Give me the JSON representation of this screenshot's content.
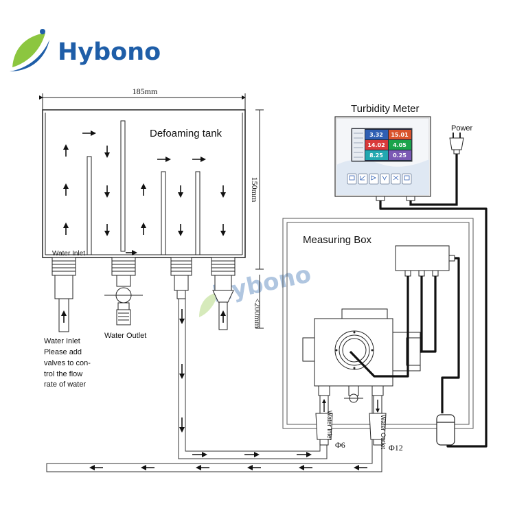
{
  "brand": {
    "name": "Hybono",
    "watermark": "Hybono",
    "primary_color": "#1f5ea8",
    "leaf_color": "#8cc63f"
  },
  "dimensions": {
    "width": "185mm",
    "tank_height": "150mm",
    "total_height": "<200mm",
    "inlet_pipe": "Φ6",
    "outlet_pipe": "Φ12"
  },
  "tank": {
    "title": "Defoaming tank",
    "inlet_label": "Water Inlet"
  },
  "labels": {
    "water_outlet": "Water Outlet",
    "inlet_note": [
      "Water Inlet",
      "Please add",
      "valves to con-",
      "trol the flow",
      "rate of water"
    ],
    "measuring_box": "Measuring Box",
    "box_inlet": "Water Inlet",
    "box_outlet": "Water Outlet",
    "power": "Power"
  },
  "meter": {
    "title": "Turbidity Meter",
    "readings": [
      {
        "value": "3.32",
        "color": "#2f5fb3"
      },
      {
        "value": "15.01",
        "color": "#d9532c"
      },
      {
        "value": "14.02",
        "color": "#d93a3a"
      },
      {
        "value": "4.05",
        "color": "#1aa34a"
      },
      {
        "value": "8.25",
        "color": "#22a8b0"
      },
      {
        "value": "0.25",
        "color": "#7b59b4"
      }
    ]
  }
}
